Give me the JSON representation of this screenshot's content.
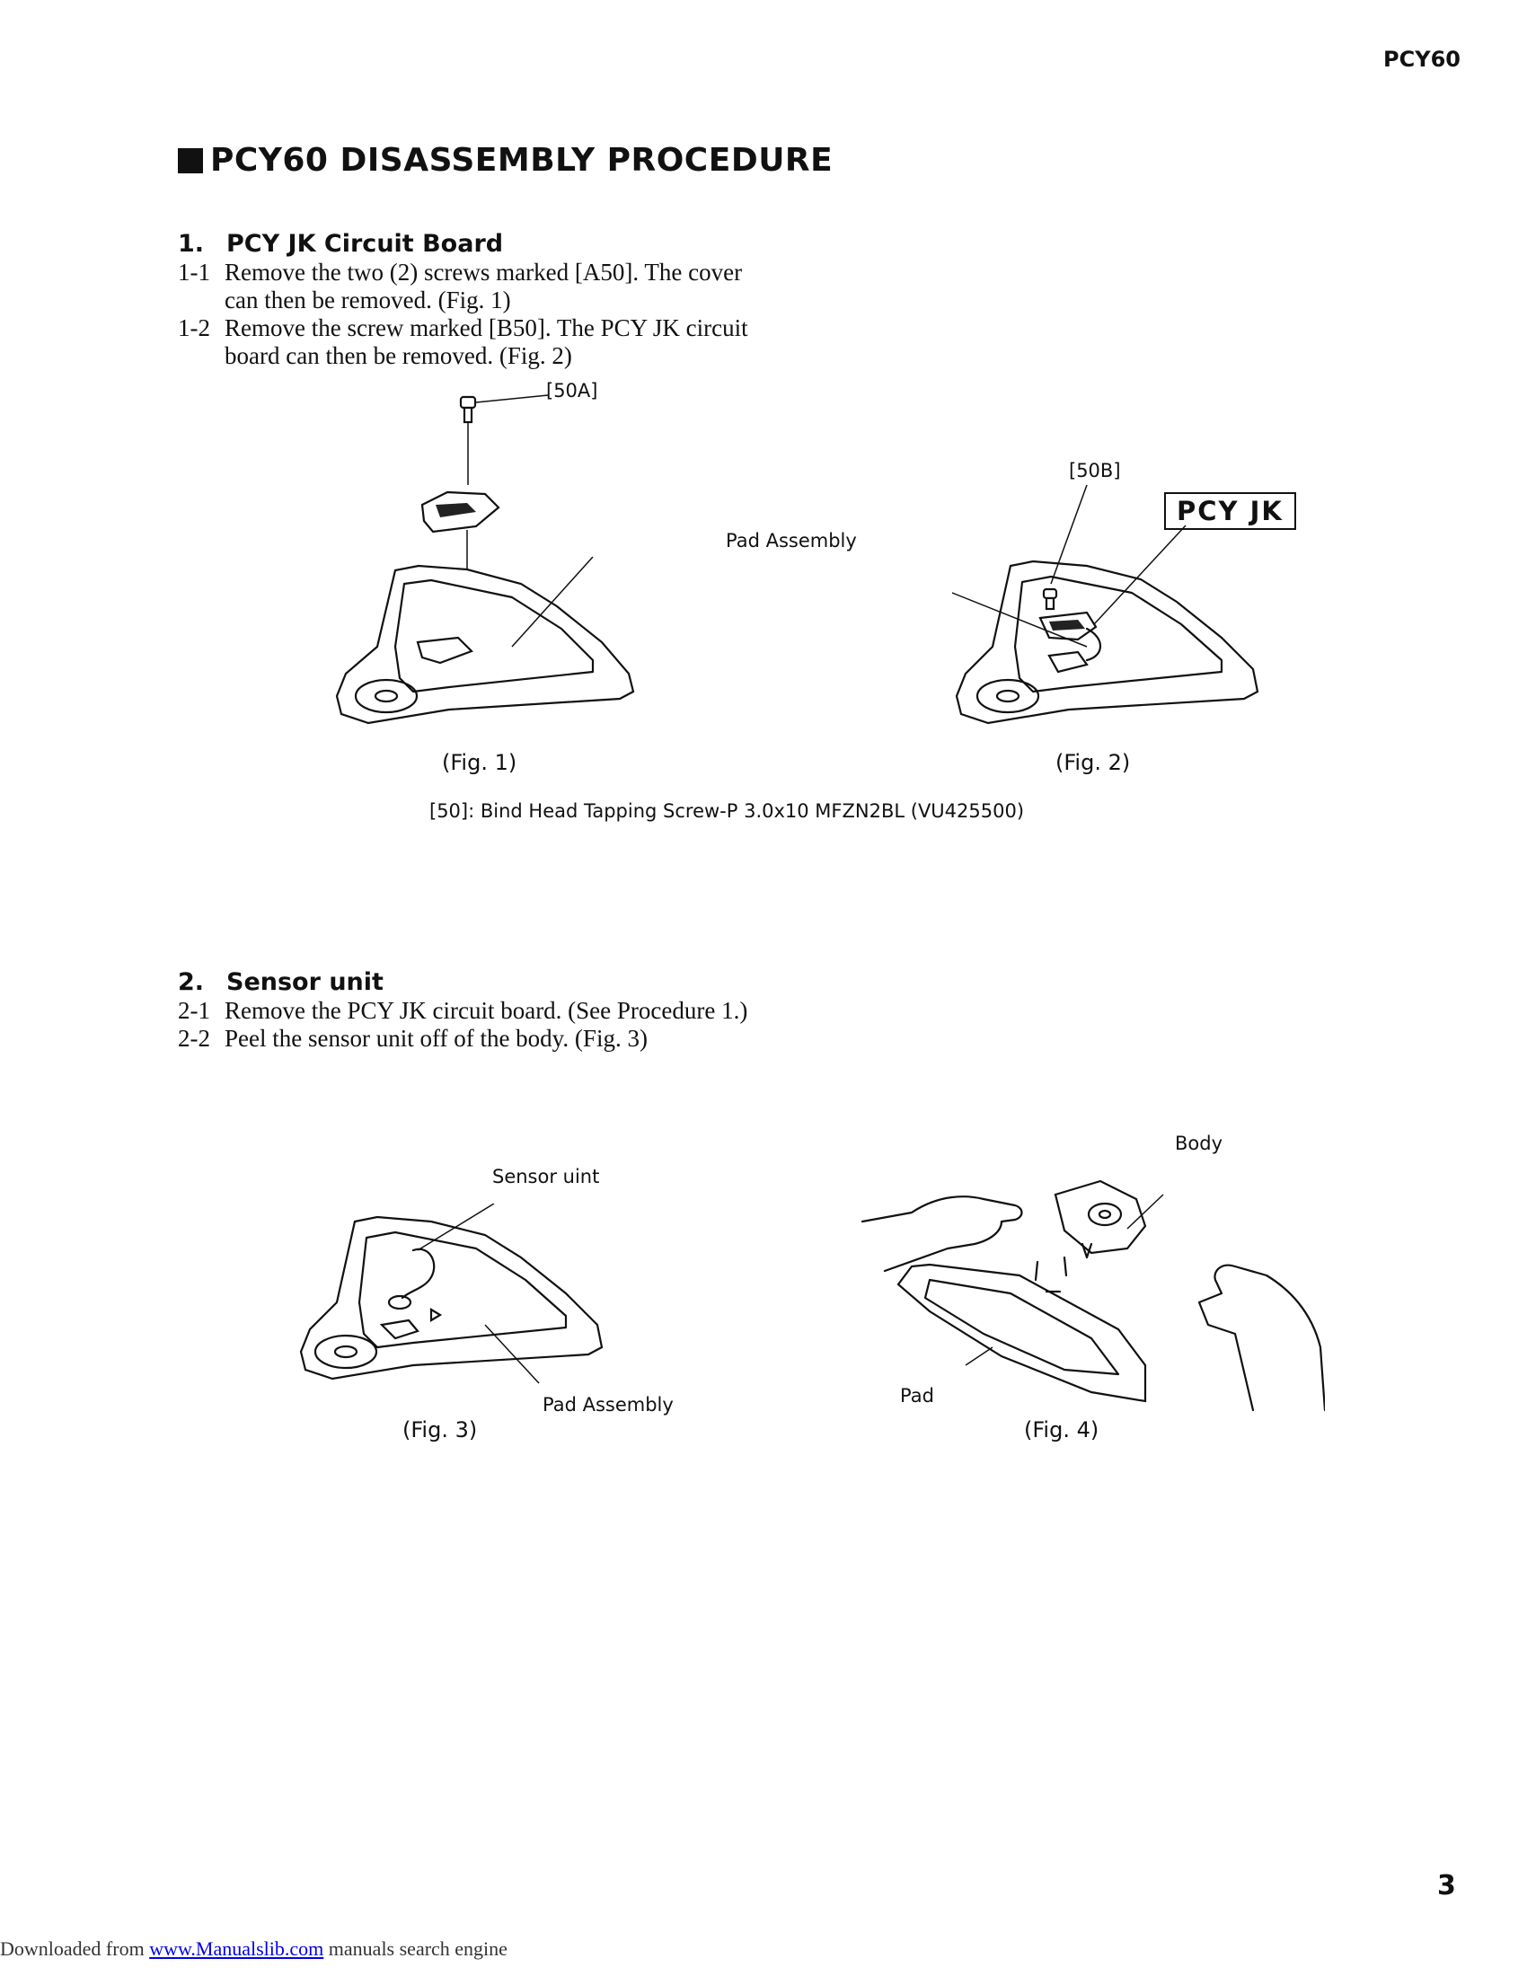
{
  "header": {
    "model": "PCY60"
  },
  "title": "PCY60 DISASSEMBLY PROCEDURE",
  "section1": {
    "number": "1.",
    "heading": "PCY JK Circuit Board",
    "steps": [
      {
        "num": "1-1",
        "text": "Remove the two (2) screws marked [A50]. The cover can then be removed. (Fig. 1)"
      },
      {
        "num": "1-2",
        "text": "Remove the screw marked [B50]. The PCY JK circuit board can then be removed. (Fig. 2)"
      }
    ]
  },
  "fig1": {
    "label": "(Fig. 1)",
    "callout_screw": "[50A]",
    "callout_pad": "Pad Assembly"
  },
  "fig2": {
    "label": "(Fig. 2)",
    "callout_screw": "[50B]",
    "callout_board": "PCY JK"
  },
  "screw_note": "[50]: Bind Head Tapping Screw-P 3.0x10 MFZN2BL (VU425500)",
  "section2": {
    "number": "2.",
    "heading": "Sensor unit",
    "steps": [
      {
        "num": "2-1",
        "text": "Remove the PCY JK circuit board. (See Procedure 1.)"
      },
      {
        "num": "2-2",
        "text": "Peel the sensor unit off of the body. (Fig. 3)"
      }
    ]
  },
  "fig3": {
    "label": "(Fig. 3)",
    "callout_sensor": "Sensor uint",
    "callout_pad": "Pad Assembly"
  },
  "fig4": {
    "label": "(Fig. 4)",
    "callout_body": "Body",
    "callout_pad": "Pad"
  },
  "page_number": "3",
  "footer": {
    "prefix": "Downloaded from ",
    "link": "www.Manualslib.com",
    "suffix": " manuals search engine"
  }
}
